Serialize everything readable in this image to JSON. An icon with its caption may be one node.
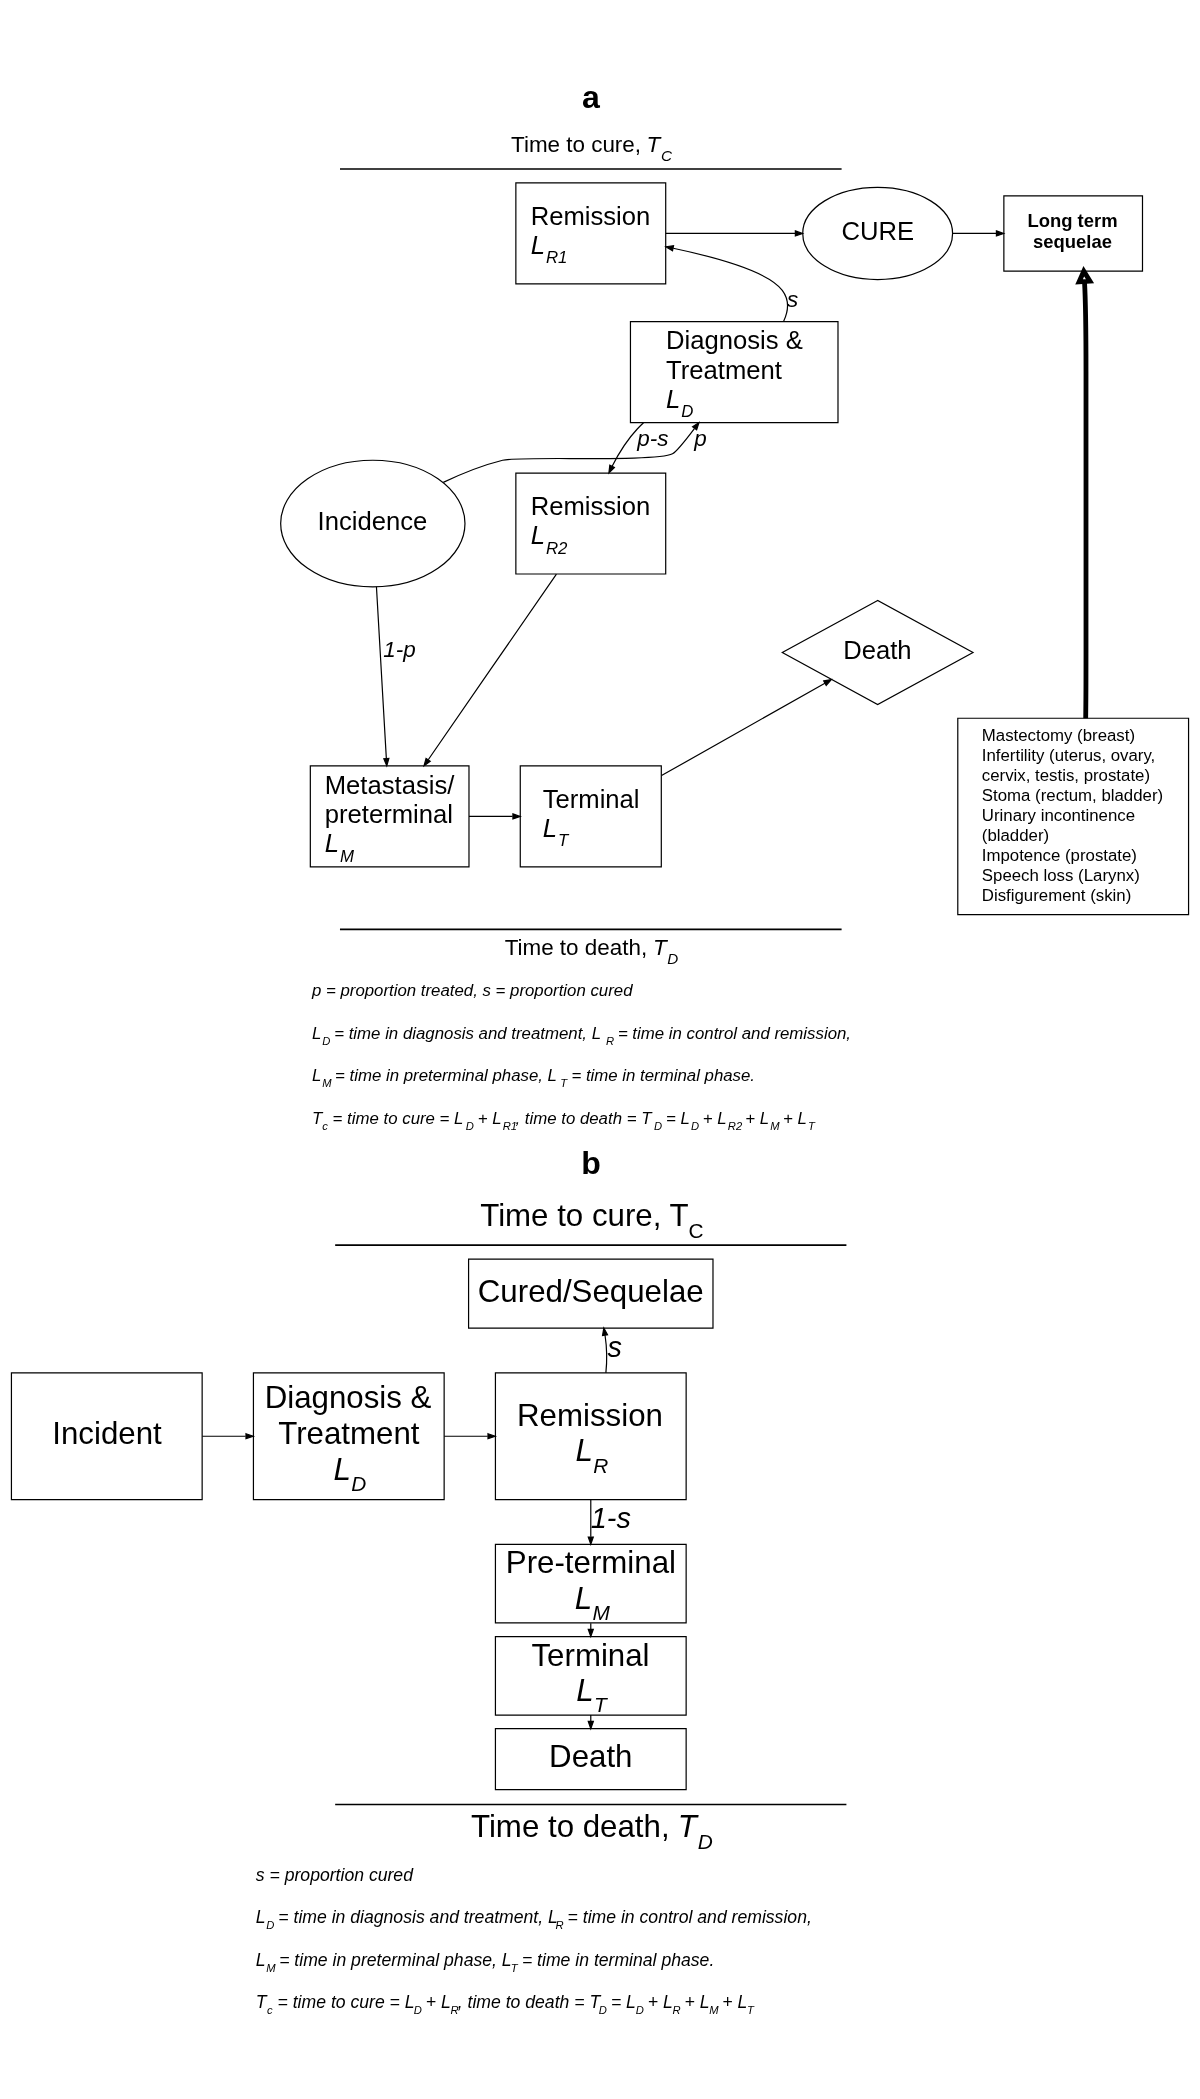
{
  "diagram": {
    "nodes": [
      {
        "text": [
          "Incidence"
        ]
      },
      {
        "text": [
          "Diagnosis & Treatment",
          "L$_{D}$"
        ]
      },
      {
        "text": [
          "Remission",
          "L$_{R1}$"
        ]
      },
      {
        "text": [
          "CURE"
        ]
      },
      {
        "text": [
          "Long term sequelae"
        ]
      },
      {
        "text": [
          "Remission",
          "L$_{R2}$"
        ]
      },
      {
        "text": [
          "Metastasis/ preterminal",
          "L$_{M}$"
        ]
      },
      {
        "text": [
          "Terminal",
          "L$_{T}$"
        ]
      },
      {
        "text": [
          "Death"
        ]
      },
      {
        "text": [
          "Mastectomy (breast)",
          "Infertility (uterus, ovary, cervix, testis, prostate)",
          "Stoma (rectum, bladder)",
          "Urinary incontinence (bladder)",
          "Impotence (prostate)",
          "Speech loss (Larynx)",
          "Disfigurement (skin)"
        ]
      },
      {
        "text": [
          "Incident"
        ]
      },
      {
        "text": [
          "Diagnosis & Treatment",
          "L$_{D}$"
        ]
      },
      {
        "text": [
          "Remission",
          "L$_{R}$"
        ]
      },
      {
        "text": [
          "Cured/Sequelae"
        ]
      },
      {
        "text": [
          "Pre-terminal",
          "L$_{M}$"
        ]
      },
      {
        "text": [
          "Terminal",
          "L$_{T}$"
        ]
      },
      {
        "text": [
          "Death"
        ]
      }
    ],
    "edges": [
      {
        "from": 0,
        "to": 1,
        "arrow": "to",
        "label": "p"
      },
      {
        "from": 0,
        "to": 6,
        "arrow": "to",
        "label": "1-p"
      },
      {
        "from": 1,
        "to": 2,
        "arrow": "to",
        "label": "s"
      },
      {
        "from": 1,
        "to": 5,
        "arrow": "to",
        "label": "p-s"
      },
      {
        "from": 2,
        "to": 3,
        "arrow": "to"
      },
      {
        "from": 3,
        "to": 4,
        "arrow": "to"
      },
      {
        "from": 5,
        "to": 6,
        "arrow": "to"
      },
      {
        "from": 6,
        "to": 7,
        "arrow": "to"
      },
      {
        "from": 7,
        "to": 8,
        "arrow": "to"
      },
      {
        "from": 9,
        "to": 4,
        "arrow": "to",
        "style": "thick"
      },
      {
        "from": 10,
        "to": 11,
        "arrow": "to"
      },
      {
        "from": 11,
        "to": 12,
        "arrow": "to"
      },
      {
        "from": 12,
        "to": 13,
        "arrow": "to",
        "label": "s"
      },
      {
        "from": 12,
        "to": 14,
        "arrow": "to",
        "label": "1-s"
      },
      {
        "from": 14,
        "to": 15,
        "arrow": "to"
      },
      {
        "from": 15,
        "to": 16,
        "arrow": "to"
      }
    ],
    "labels": [
      "a",
      "Time to cure, *T$_{C}$*",
      "Time to death, *T$_{D}$*",
      "p = proportion treated, s = proportion cured",
      "L$_{D}$ = time in diagnosis and treatment, L$_{R}$ = time in control and remission,",
      "L$_{M}$ = time in preterminal phase, L$_{T}$ = time in terminal phase.",
      "T$_{c}$ = time to cure = L$_{D}$ + L$_{R1}$, time to death = T$_{D}$ = L$_{D}$ + L$_{R2}$ + L$_{M}$ + L$_{T}$",
      "b",
      "Time to cure, T$_{C}$",
      "Time to death, *T$_{D}$*",
      "s = proportion cured",
      "L$_{D}$ = time in diagnosis and treatment, L$_{R}$ = time in control and remission,",
      "L$_{M}$ = time in preterminal phase, L$_{T}$ = time in terminal phase.",
      "T$_{c}$ = time to cure = L$_{D}$ + L$_{R}$, time to death = T$_{D}$ = L$_{D}$ + L$_{R}$ + L$_{M}$ + L$_{T}$"
    ]
  }
}
